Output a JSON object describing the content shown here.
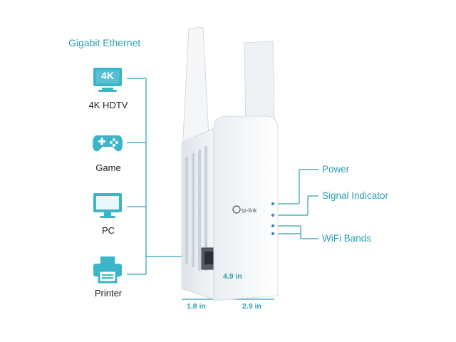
{
  "heading": "Gigabit Ethernet",
  "devices": [
    {
      "label": "4K HDTV",
      "icon": "tv-4k-icon",
      "badge": "4K"
    },
    {
      "label": "Game",
      "icon": "gamepad-icon"
    },
    {
      "label": "PC",
      "icon": "monitor-icon"
    },
    {
      "label": "Printer",
      "icon": "printer-icon"
    }
  ],
  "callouts": {
    "power": "Power",
    "signal": "Signal Indicator",
    "wifi": "WiFi Bands"
  },
  "dimensions": {
    "height": "4.9 in",
    "depth": "1.8 in",
    "width": "2.9 in"
  },
  "brand": "tp-link",
  "colors": {
    "accent": "#2a9fb3",
    "device_white": "#f7f9fb",
    "led": "#3d8bd6"
  }
}
